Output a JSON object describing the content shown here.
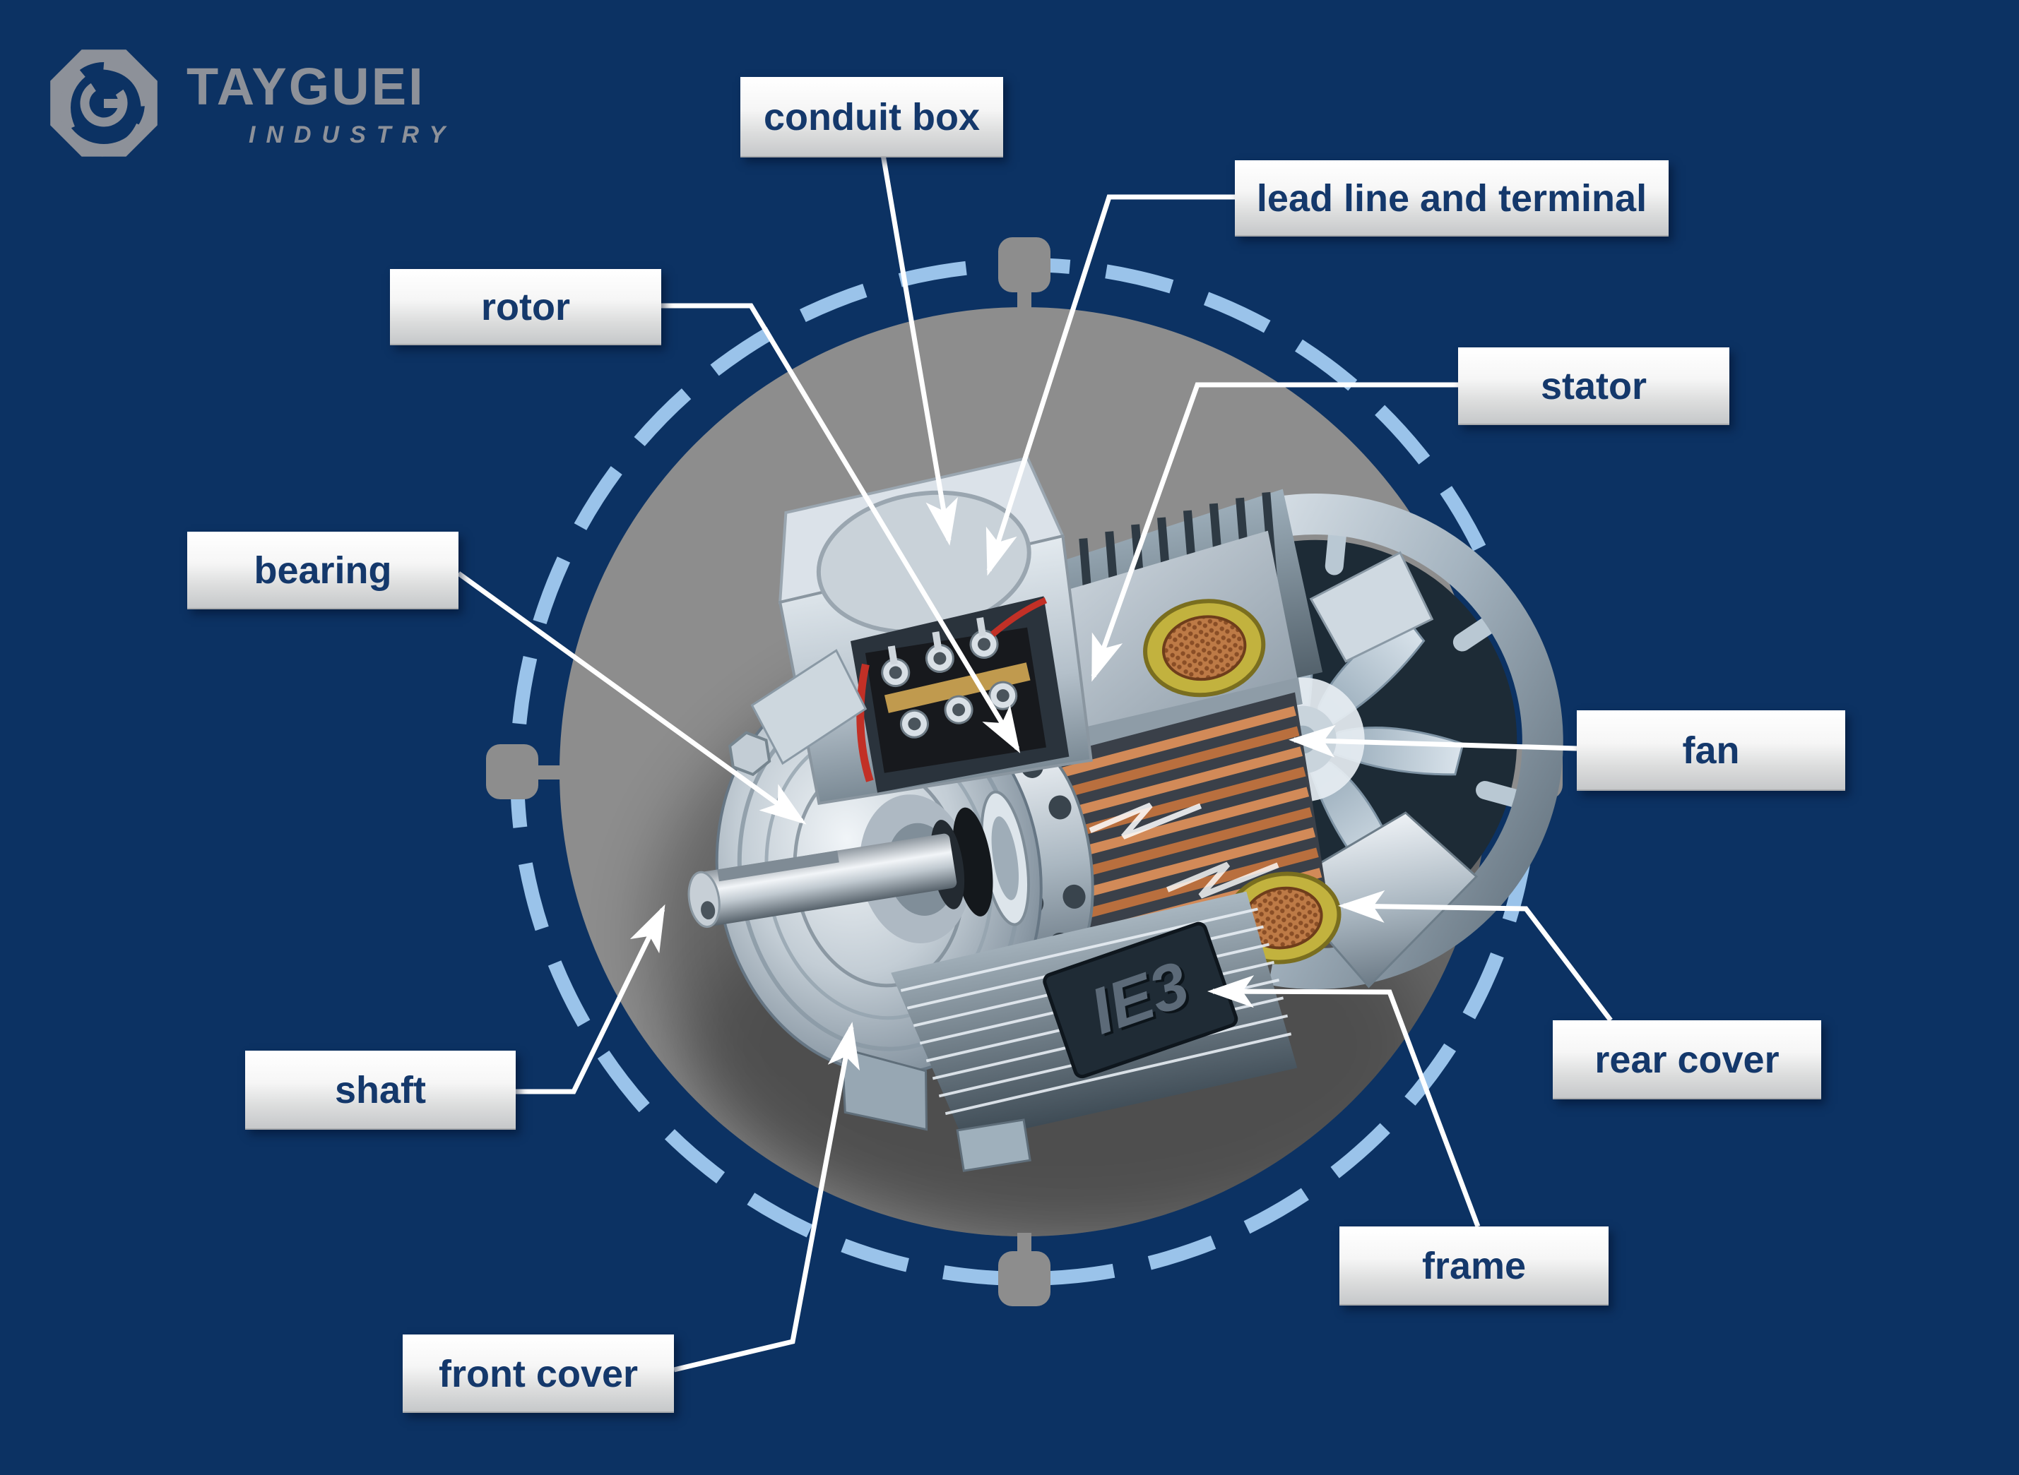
{
  "brand": {
    "name": "TAYGUEI",
    "tagline": "INDUSTRY"
  },
  "motor": {
    "badge": "IE3"
  },
  "labels": {
    "conduit_box": "conduit box",
    "lead_line": "lead line and terminal",
    "rotor": "rotor",
    "stator": "stator",
    "bearing": "bearing",
    "fan": "fan",
    "shaft": "shaft",
    "rear_cover": "rear cover",
    "frame": "frame",
    "front_cover": "front cover"
  },
  "colors": {
    "background_navy": "#0c3263",
    "circle_gray": "#8d8d8d",
    "dash_blue": "#9ac3ea",
    "label_text_navy": "#14386b",
    "leader_line_white": "#ffffff",
    "logo_gray": "#8d9199",
    "copper": "#cd8153",
    "winding_yellow": "#c2b23e"
  }
}
